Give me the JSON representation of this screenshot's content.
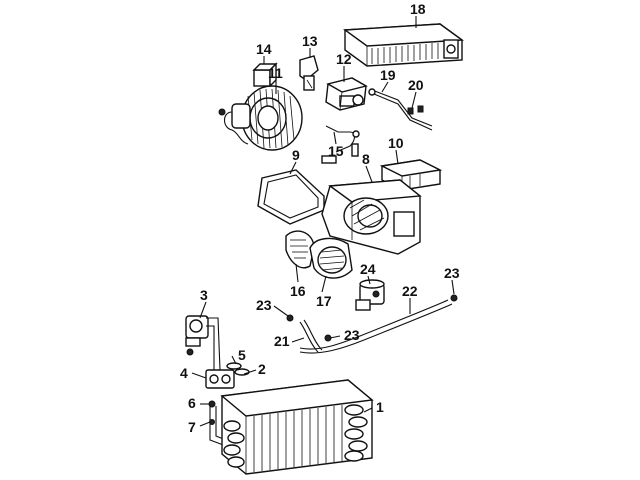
{
  "colors": {
    "ink": "#111111",
    "background": "#ffffff",
    "shade": "#9a9a9a"
  },
  "callouts": [
    {
      "id": "c1",
      "label": "1"
    },
    {
      "id": "c2",
      "label": "2"
    },
    {
      "id": "c3",
      "label": "3"
    },
    {
      "id": "c4",
      "label": "4"
    },
    {
      "id": "c5",
      "label": "5"
    },
    {
      "id": "c6",
      "label": "6"
    },
    {
      "id": "c7",
      "label": "7"
    },
    {
      "id": "c8",
      "label": "8"
    },
    {
      "id": "c9",
      "label": "9"
    },
    {
      "id": "c10",
      "label": "10"
    },
    {
      "id": "c11",
      "label": "11"
    },
    {
      "id": "c12",
      "label": "12"
    },
    {
      "id": "c13",
      "label": "13"
    },
    {
      "id": "c14",
      "label": "14"
    },
    {
      "id": "c15",
      "label": "15"
    },
    {
      "id": "c16",
      "label": "16"
    },
    {
      "id": "c17",
      "label": "17"
    },
    {
      "id": "c18",
      "label": "18"
    },
    {
      "id": "c19",
      "label": "19"
    },
    {
      "id": "c20",
      "label": "20"
    },
    {
      "id": "c21",
      "label": "21"
    },
    {
      "id": "c22",
      "label": "22"
    },
    {
      "id": "c23a",
      "label": "23"
    },
    {
      "id": "c23b",
      "label": "23"
    },
    {
      "id": "c23c",
      "label": "23"
    },
    {
      "id": "c24",
      "label": "24"
    }
  ]
}
